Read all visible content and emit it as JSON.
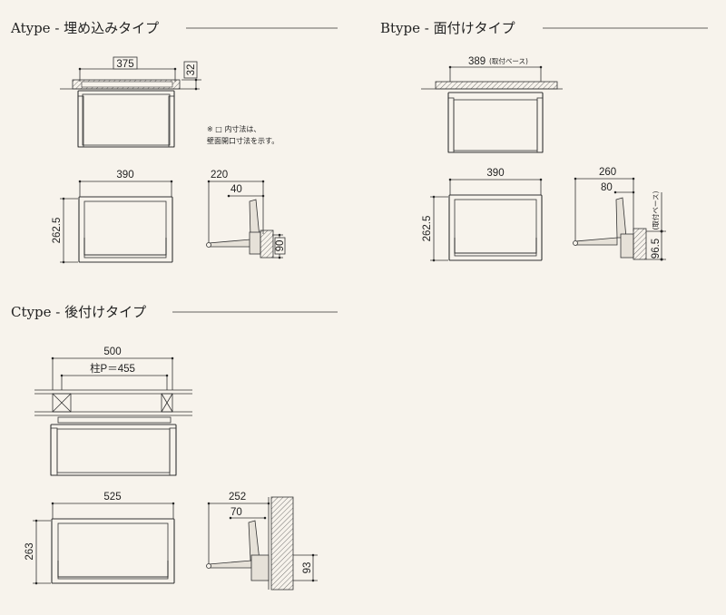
{
  "sections": {
    "a": {
      "title": "Atype - 埋め込みタイプ",
      "dim_top": "375",
      "dim_thickness": "32",
      "dim_width": "390",
      "dim_height": "262.5",
      "dim_depth": "220",
      "dim_offset": "40",
      "dim_bracket": "90"
    },
    "b": {
      "title": "Btype - 面付けタイプ",
      "dim_top": "389",
      "dim_top_note": "(取付ベース)",
      "dim_width": "390",
      "dim_height": "262.5",
      "dim_depth": "260",
      "dim_offset": "80",
      "dim_bracket": "96.5",
      "dim_bracket_note": "(取付ベース)"
    },
    "c": {
      "title": "Ctype - 後付けタイプ",
      "dim_top": "500",
      "dim_pillar": "柱P＝455",
      "dim_width": "525",
      "dim_height": "263",
      "dim_depth": "252",
      "dim_offset": "70",
      "dim_bracket": "93"
    }
  },
  "note": {
    "line1": "※ □ 内寸法は、",
    "line2": "壁面開口寸法を示す。"
  }
}
